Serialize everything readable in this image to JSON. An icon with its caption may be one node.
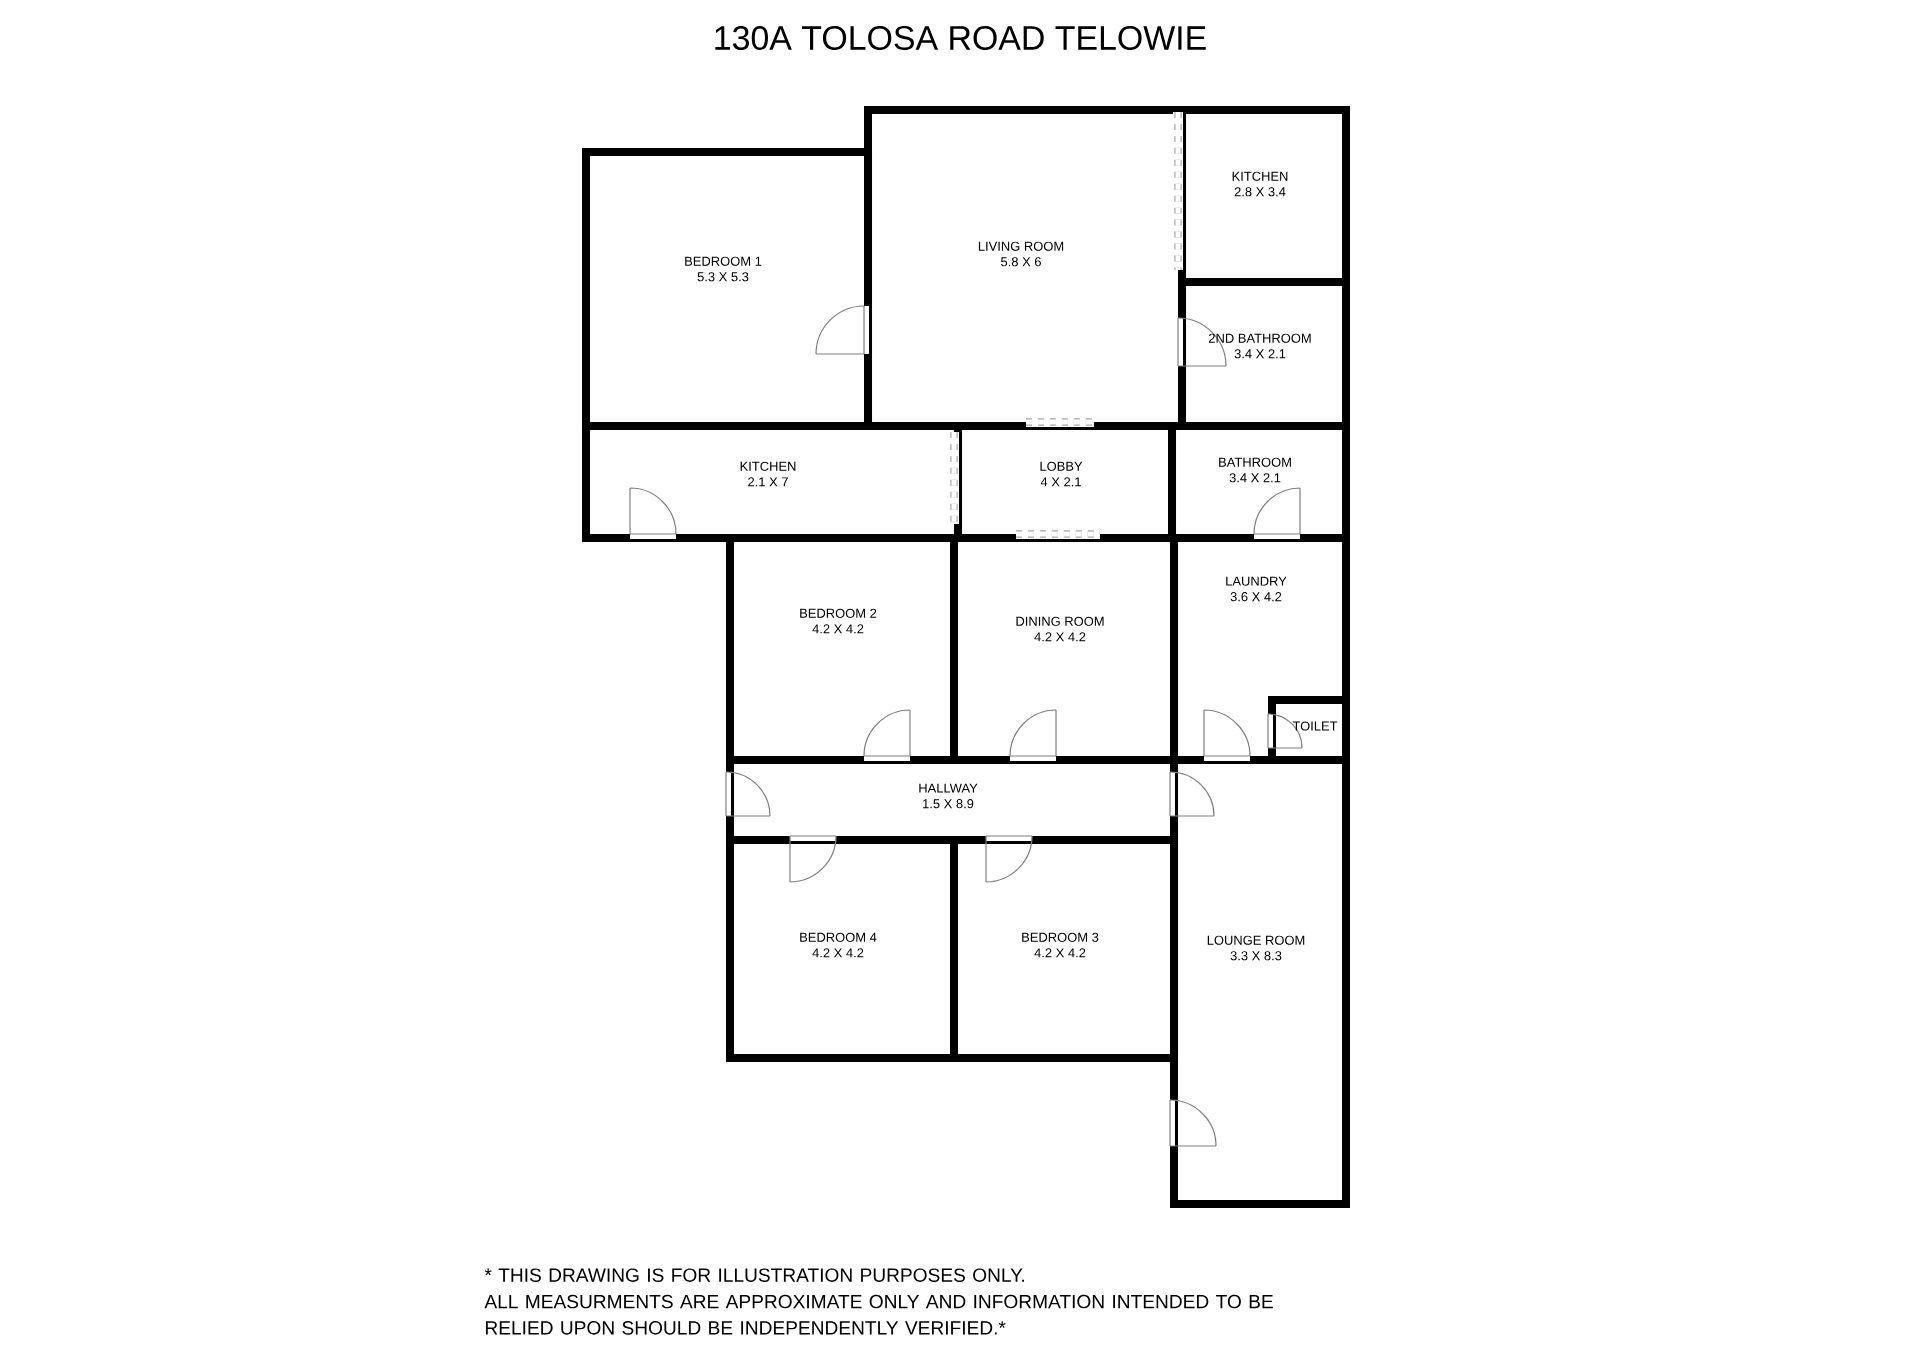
{
  "diagram": {
    "title": "130A TOLOSA ROAD TELOWIE",
    "nodes": [
      {
        "text": [
          "BEDROOM 1",
          "5.3 X 5.3"
        ]
      },
      {
        "text": [
          "LIVING ROOM",
          "5.8 X 6"
        ]
      },
      {
        "text": [
          "KITCHEN",
          "2.8 X 3.4"
        ]
      },
      {
        "text": [
          "2ND BATHROOM",
          "3.4 X 2.1"
        ]
      },
      {
        "text": [
          "KITCHEN",
          "2.1 X 7"
        ]
      },
      {
        "text": [
          "LOBBY",
          "4 X 2.1"
        ]
      },
      {
        "text": [
          "BATHROOM",
          "3.4 X 2.1"
        ]
      },
      {
        "text": [
          "BEDROOM 2",
          "4.2 X 4.2"
        ]
      },
      {
        "text": [
          "DINING ROOM",
          "4.2 X 4.2"
        ]
      },
      {
        "text": [
          "LAUNDRY",
          "3.6 X 4.2"
        ]
      },
      {
        "text": [
          "TOILET"
        ],
        "in": 9
      },
      {
        "text": [
          "HALLWAY",
          "1.5 X 8.9"
        ]
      },
      {
        "text": [
          "BEDROOM 4",
          "4.2 X 4.2"
        ]
      },
      {
        "text": [
          "BEDROOM 3",
          "4.2 X 4.2"
        ]
      },
      {
        "text": [
          "LOUNGE ROOM",
          "3.3 X 8.3"
        ]
      }
    ],
    "labels": [
      "* THIS DRAWING IS FOR ILLUSTRATION PURPOSES ONLY.",
      "ALL MEASURMENTS ARE APPROXIMATE ONLY AND INFORMATION INTENDED TO BE RELIED UPON SHOULD BE INDEPENDENTLY VERIFIED.*"
    ]
  }
}
